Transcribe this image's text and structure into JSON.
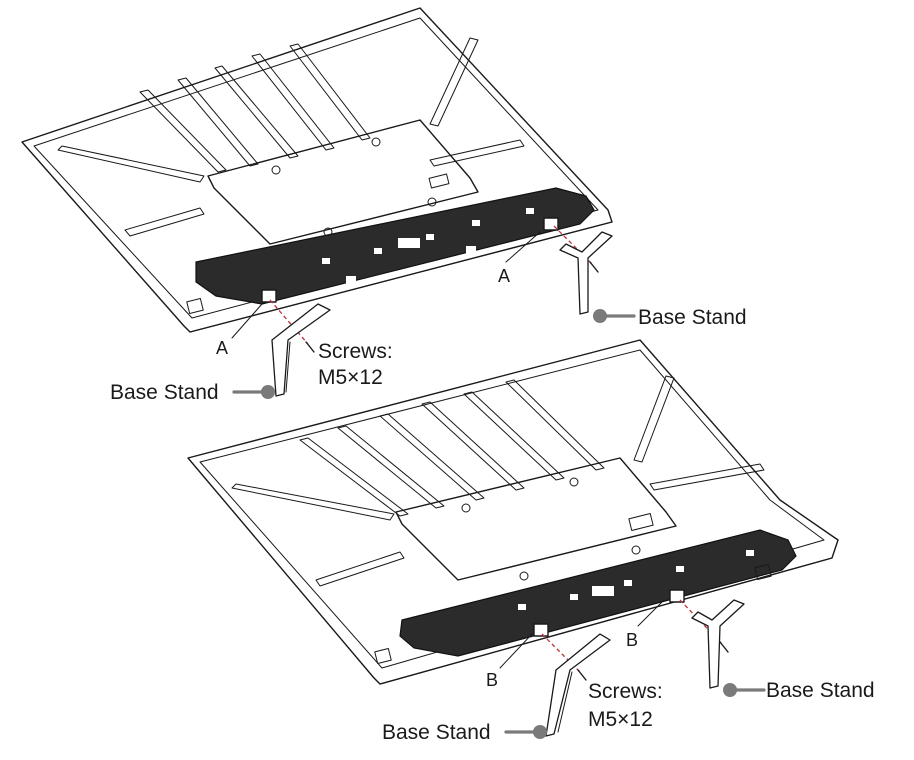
{
  "diagram": {
    "top": {
      "labels": {
        "base_stand_right": "Base Stand",
        "base_stand_left": "Base Stand",
        "screws_line1": "Screws:",
        "screws_line2": "M5×12",
        "point_left": "A",
        "point_right": "A"
      }
    },
    "bottom": {
      "labels": {
        "base_stand_right": "Base Stand",
        "base_stand_left": "Base Stand",
        "screws_line1": "Screws:",
        "screws_line2": "M5×12",
        "point_left": "B",
        "point_right": "B"
      }
    },
    "colors": {
      "line": "#1a1a1a",
      "leader": "#7a7a7a",
      "panel": "#2b2b2b",
      "screw_path": "#c0303a"
    }
  }
}
